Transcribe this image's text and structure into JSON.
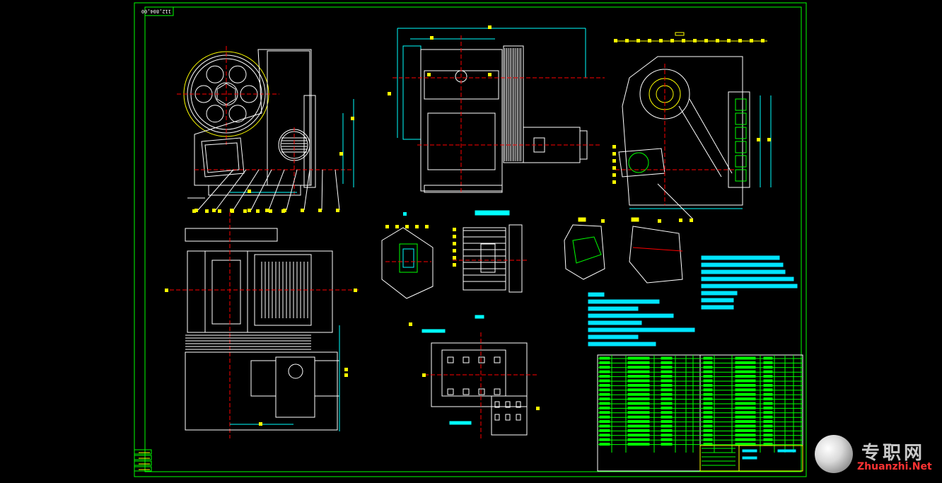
{
  "drawing": {
    "sheet_id": "112,804,00",
    "background": "#000000",
    "colors": {
      "frame": "#00ff00",
      "geometry": "#ffffff",
      "center_lines": "#ff0000",
      "dimensions": "#00ffff",
      "labels": "#ffff00",
      "parts": "#00ff00",
      "notes": "#00e5ff"
    },
    "views": [
      "front-elevation",
      "side-elevation",
      "section-view",
      "plan-view",
      "detail-bearing",
      "detail-pulley",
      "detail-jaw-1",
      "detail-jaw-2",
      "toggle-plate-view"
    ]
  },
  "watermark": {
    "chinese": "专职网",
    "english": "Zhuanzhi.Net"
  }
}
